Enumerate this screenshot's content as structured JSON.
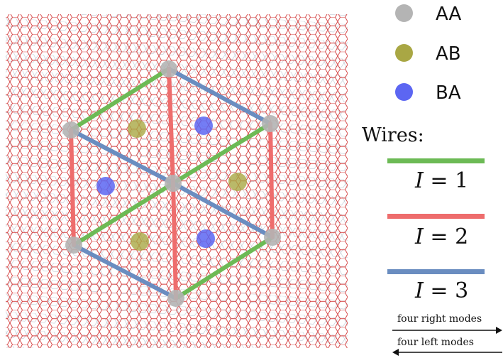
{
  "legend": {
    "items": [
      {
        "label": "AA",
        "color": "#b4b4b4"
      },
      {
        "label": "AB",
        "color": "#a9a744"
      },
      {
        "label": "BA",
        "color": "#5c66f2"
      }
    ]
  },
  "wires": {
    "title": "Wires:",
    "items": [
      {
        "symbol": "I",
        "eq": " = 1",
        "color": "#6cba55"
      },
      {
        "symbol": "I",
        "eq": " = 2",
        "color": "#ee6d6d"
      },
      {
        "symbol": "I",
        "eq": " = 3",
        "color": "#6a8dc0"
      }
    ]
  },
  "modes": {
    "right": "four right modes",
    "left": "four left modes"
  },
  "colors": {
    "lattice": "#d33a3a",
    "lattice_secondary": "#7a8aa0"
  }
}
